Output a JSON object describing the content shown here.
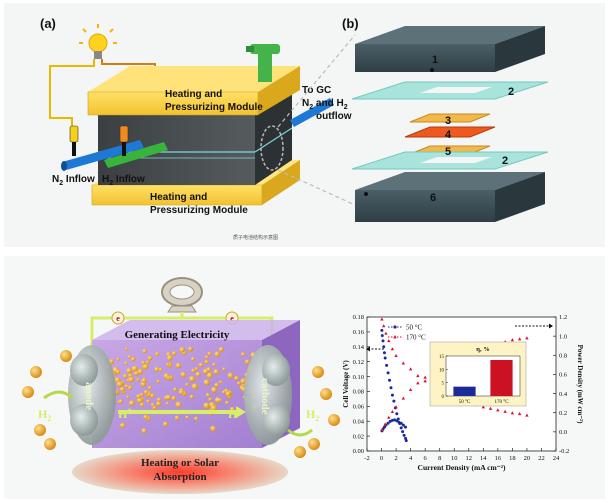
{
  "top": {
    "label_a": "(a)",
    "label_b": "(b)",
    "module_top_line1": "Heating and",
    "module_top_line2": "Pressurizing Module",
    "module_bottom_line1": "Heating and",
    "module_bottom_line2": "Pressurizing Module",
    "to_gc_line1": "To GC",
    "to_gc_line2": "N",
    "to_gc_line2_sub": "2",
    "to_gc_line2_rest": " and H",
    "to_gc_line2_sub2": "2",
    "to_gc_line3": "outflow",
    "n2_inflow": "N",
    "n2_sub": "2",
    "n2_rest": " Inflow",
    "h2_inflow": "H",
    "h2_sub": "2",
    "h2_rest": " Inflow",
    "caption": "质子电池结构示意图",
    "layers": [
      "1",
      "2",
      "3",
      "4",
      "5",
      "2",
      "6"
    ]
  },
  "bottom": {
    "generating": "Generating Electricity",
    "anode": "anode",
    "cathode": "cathode",
    "h2_left": "H",
    "h2_left_sub": "2",
    "hplus_1": "H",
    "hplus_2": "H",
    "h2_right": "H",
    "h2_right_sub": "2",
    "heating_line1": "Heating  or Solar",
    "heating_line2": "Absorption",
    "electron": "e"
  },
  "chart_data": {
    "type": "line",
    "xlabel": "Current Density (mA cm⁻²)",
    "ylabel_left": "Cell Voltage (V)",
    "ylabel_right": "Power Density (mW cm⁻²)",
    "xlim": [
      -2,
      24
    ],
    "ylim_left": [
      0,
      0.18
    ],
    "ylim_right": [
      -0.2,
      1.2
    ],
    "x_ticks": [
      "-2",
      "0",
      "2",
      "4",
      "6",
      "8",
      "10",
      "12",
      "14",
      "16",
      "18",
      "20",
      "22",
      "24"
    ],
    "y_ticks_left": [
      "0.00",
      "0.02",
      "0.04",
      "0.06",
      "0.08",
      "0.10",
      "0.12",
      "0.14",
      "0.16",
      "0.18"
    ],
    "y_ticks_right": [
      "-0.2",
      "0.0",
      "0.2",
      "0.4",
      "0.6",
      "0.8",
      "1.0",
      "1.2"
    ],
    "series": [
      {
        "name": "50 °C",
        "color": "#1a2a9a",
        "voltage": [
          [
            0.05,
            0.162
          ],
          [
            0.1,
            0.155
          ],
          [
            0.2,
            0.148
          ],
          [
            0.3,
            0.14
          ],
          [
            0.4,
            0.132
          ],
          [
            0.5,
            0.125
          ],
          [
            0.7,
            0.115
          ],
          [
            0.9,
            0.105
          ],
          [
            1.1,
            0.095
          ],
          [
            1.3,
            0.085
          ],
          [
            1.5,
            0.075
          ],
          [
            1.7,
            0.067
          ],
          [
            1.9,
            0.058
          ],
          [
            2.1,
            0.05
          ],
          [
            2.3,
            0.043
          ],
          [
            2.5,
            0.037
          ],
          [
            2.7,
            0.031
          ],
          [
            2.9,
            0.026
          ],
          [
            3.1,
            0.021
          ],
          [
            3.3,
            0.017
          ],
          [
            3.4,
            0.014
          ]
        ],
        "power": [
          [
            0.05,
            0.01
          ],
          [
            0.2,
            0.03
          ],
          [
            0.4,
            0.05
          ],
          [
            0.6,
            0.07
          ],
          [
            0.9,
            0.09
          ],
          [
            1.2,
            0.11
          ],
          [
            1.5,
            0.12
          ],
          [
            1.8,
            0.125
          ],
          [
            2.1,
            0.115
          ],
          [
            2.4,
            0.1
          ],
          [
            2.7,
            0.09
          ],
          [
            3.0,
            0.07
          ],
          [
            3.3,
            0.05
          ]
        ]
      },
      {
        "name": "170 °C",
        "color": "#dd1133",
        "voltage": [
          [
            0.05,
            0.177
          ],
          [
            0.3,
            0.168
          ],
          [
            0.6,
            0.158
          ],
          [
            1.0,
            0.148
          ],
          [
            1.5,
            0.137
          ],
          [
            2,
            0.128
          ],
          [
            3,
            0.118
          ],
          [
            4,
            0.11
          ],
          [
            5,
            0.101
          ],
          [
            6,
            0.094
          ],
          [
            7,
            0.088
          ],
          [
            8,
            0.082
          ],
          [
            9,
            0.077
          ],
          [
            10,
            0.073
          ],
          [
            11,
            0.069
          ],
          [
            12,
            0.065
          ],
          [
            13,
            0.062
          ],
          [
            14,
            0.059
          ],
          [
            15,
            0.057
          ],
          [
            16,
            0.055
          ],
          [
            17,
            0.053
          ],
          [
            18,
            0.051
          ],
          [
            19,
            0.05
          ],
          [
            20,
            0.048
          ]
        ],
        "power": [
          [
            0.1,
            0.02
          ],
          [
            0.5,
            0.08
          ],
          [
            1,
            0.15
          ],
          [
            1.5,
            0.21
          ],
          [
            2,
            0.26
          ],
          [
            3,
            0.35
          ],
          [
            4,
            0.44
          ],
          [
            5,
            0.51
          ],
          [
            6,
            0.57
          ],
          [
            7,
            0.62
          ],
          [
            8,
            0.67
          ],
          [
            9,
            0.71
          ],
          [
            10,
            0.75
          ],
          [
            11,
            0.78
          ],
          [
            12,
            0.81
          ],
          [
            13,
            0.84
          ],
          [
            14,
            0.87
          ],
          [
            15,
            0.89
          ],
          [
            16,
            0.92
          ],
          [
            17,
            0.94
          ],
          [
            18,
            0.96
          ],
          [
            19,
            0.97
          ],
          [
            20,
            0.98
          ]
        ]
      }
    ],
    "inset": {
      "title": "η, %",
      "categories": [
        "50 °C",
        "170 °C"
      ],
      "values": [
        3.5,
        13.5
      ],
      "colors": [
        "#1a2a9a",
        "#cc1122"
      ],
      "ylim": [
        0,
        15
      ],
      "y_ticks": [
        "0",
        "5",
        "10",
        "15"
      ]
    }
  }
}
